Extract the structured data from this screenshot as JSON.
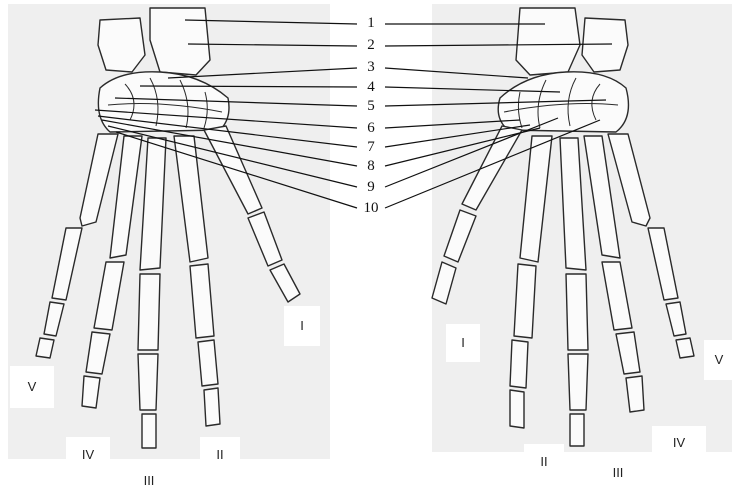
{
  "labels": [
    "1",
    "2",
    "3",
    "4",
    "5",
    "6",
    "7",
    "8",
    "9",
    "10"
  ],
  "left_hand": {
    "fingers": [
      "V",
      "IV",
      "III",
      "II",
      "I"
    ]
  },
  "right_hand": {
    "fingers": [
      "I",
      "II",
      "III",
      "IV",
      "V"
    ]
  },
  "colors": {
    "panel": "#efefef",
    "bone_fill": "#fbfbfb",
    "bone_stroke": "#2a2a2a",
    "leader_line": "#111111"
  }
}
